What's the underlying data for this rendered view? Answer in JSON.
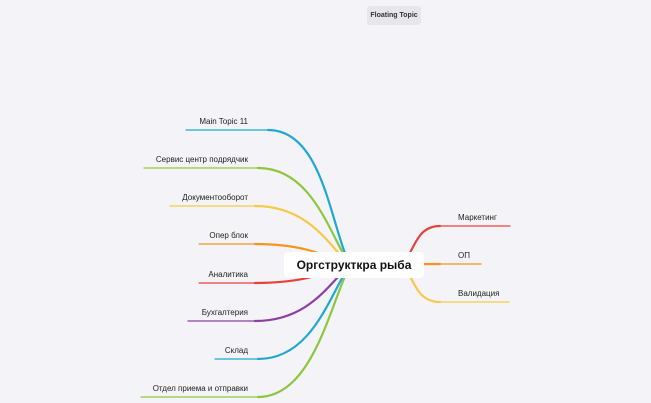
{
  "floating_topic": {
    "label": "Floating Topic"
  },
  "central_topic": {
    "label": "Оргструкткра рыба"
  },
  "left_topics": [
    {
      "label": "Main Topic 11",
      "color": "#1fa9d2"
    },
    {
      "label": "Сервис центр подрядчик",
      "color": "#8dc63f"
    },
    {
      "label": "Документооборот",
      "color": "#f7c948"
    },
    {
      "label": "Опер блок",
      "color": "#f7941d"
    },
    {
      "label": "Аналитика",
      "color": "#e8403a"
    },
    {
      "label": "Бухгалтерия",
      "color": "#8e3fa6"
    },
    {
      "label": "Склад",
      "color": "#1fa9d2"
    },
    {
      "label": "Отдел приема и отправки",
      "color": "#8dc63f"
    }
  ],
  "right_topics": [
    {
      "label": "Маркетинг",
      "color": "#e8403a"
    },
    {
      "label": "ОП",
      "color": "#f7941d"
    },
    {
      "label": "Валидация",
      "color": "#f7c948"
    }
  ]
}
